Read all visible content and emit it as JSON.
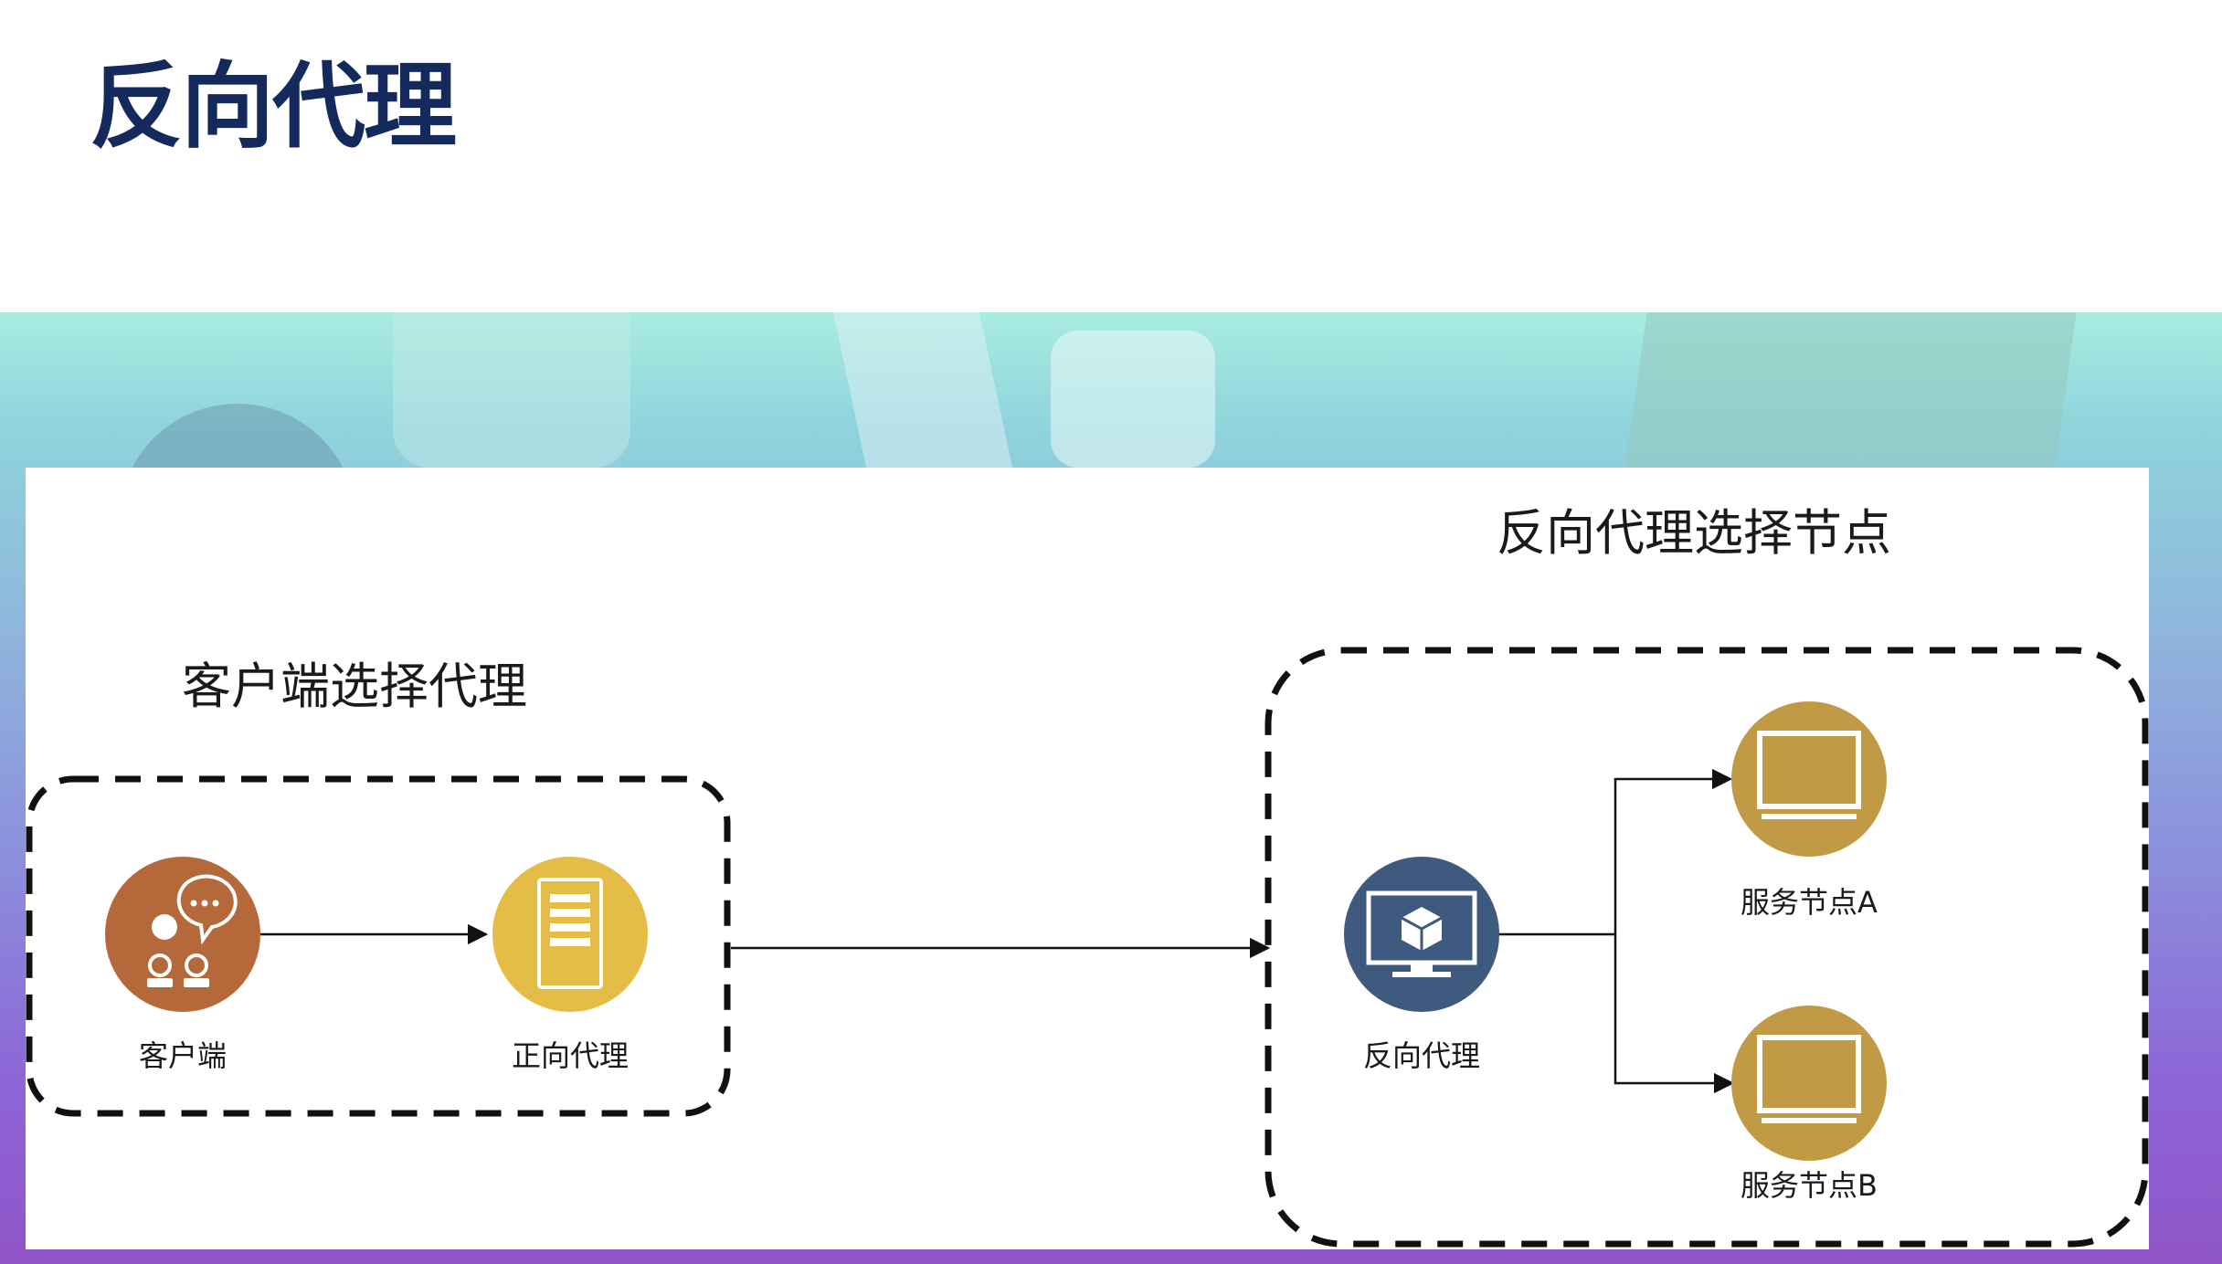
{
  "slide": {
    "title": "反向代理"
  },
  "diagram": {
    "left_group_label": "客户端选择代理",
    "right_group_label": "反向代理选择节点",
    "nodes": {
      "client": {
        "label": "客户端",
        "icon": "chat-user-icon",
        "color": "#b5693a"
      },
      "forward_proxy": {
        "label": "正向代理",
        "icon": "server-icon",
        "color": "#e3bd45"
      },
      "reverse_proxy": {
        "label": "反向代理",
        "icon": "monitor-cube-icon",
        "color": "#3e5a7e"
      },
      "node_a": {
        "label": "服务节点A",
        "icon": "monitor-icon",
        "color": "#c09a44"
      },
      "node_b": {
        "label": "服务节点B",
        "icon": "monitor-icon",
        "color": "#c09a44"
      }
    },
    "edges": [
      {
        "from": "client",
        "to": "forward_proxy"
      },
      {
        "from": "left_group",
        "to": "reverse_proxy"
      },
      {
        "from": "reverse_proxy",
        "to": "node_a"
      },
      {
        "from": "reverse_proxy",
        "to": "node_b"
      }
    ]
  }
}
